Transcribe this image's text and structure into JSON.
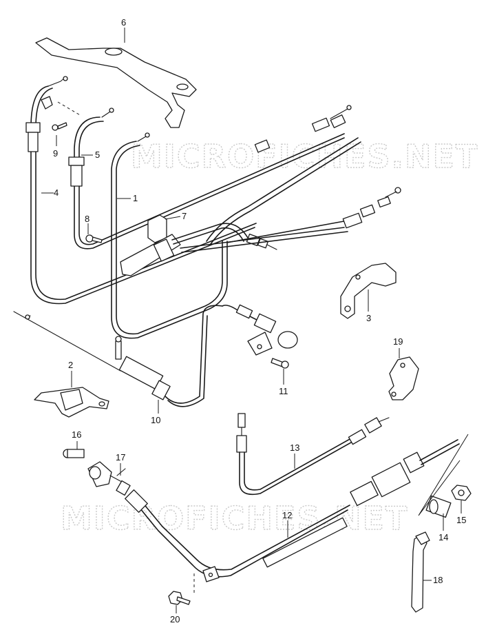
{
  "watermark": {
    "text": "MICROFICHES.NET"
  },
  "callouts": [
    {
      "id": "1",
      "label": "1"
    },
    {
      "id": "2",
      "label": "2"
    },
    {
      "id": "3",
      "label": "3"
    },
    {
      "id": "4",
      "label": "4"
    },
    {
      "id": "5",
      "label": "5"
    },
    {
      "id": "6",
      "label": "6"
    },
    {
      "id": "7",
      "label": "7"
    },
    {
      "id": "8",
      "label": "8"
    },
    {
      "id": "9",
      "label": "9"
    },
    {
      "id": "10",
      "label": "10"
    },
    {
      "id": "11",
      "label": "11"
    },
    {
      "id": "12",
      "label": "12"
    },
    {
      "id": "13",
      "label": "13"
    },
    {
      "id": "14",
      "label": "14"
    },
    {
      "id": "15",
      "label": "15"
    },
    {
      "id": "16",
      "label": "16"
    },
    {
      "id": "17",
      "label": "17"
    },
    {
      "id": "18",
      "label": "18"
    },
    {
      "id": "19",
      "label": "19"
    },
    {
      "id": "20",
      "label": "20"
    }
  ]
}
